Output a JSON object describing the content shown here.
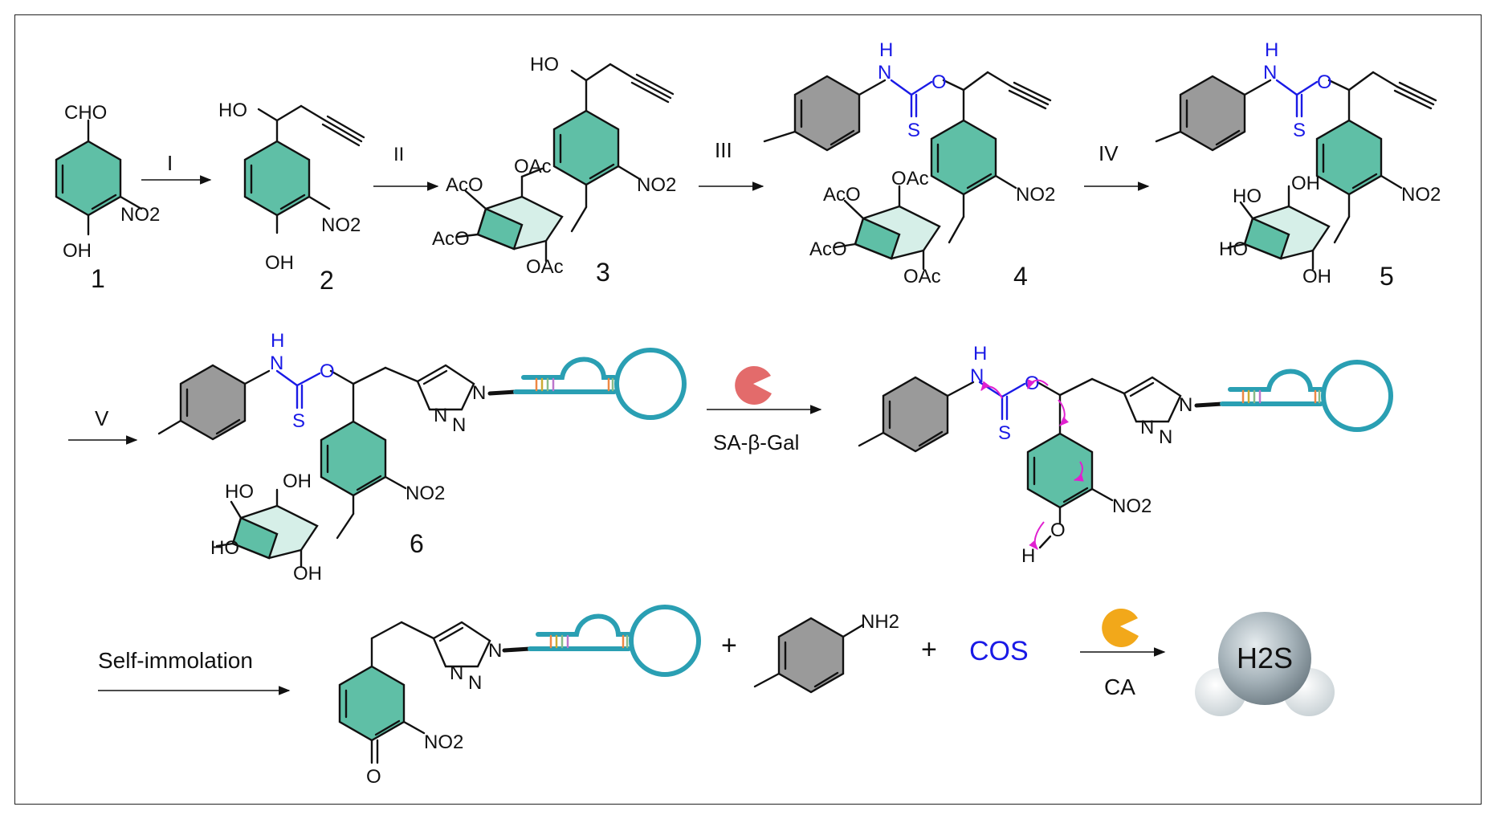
{
  "colors": {
    "ring_fill": "#5fbfa6",
    "ring_fill_light": "#d6efe8",
    "tolyl_fill": "#9a9a9a",
    "carbamate_blue": "#1a1ae6",
    "dna_teal": "#2a9fb3",
    "sa_gal_enzyme": "#e36b6b",
    "ca_enzyme": "#f2a81a",
    "h2s_sphere": "#9aa8b0",
    "mechanism_arrow": "#e020d0"
  },
  "compounds": {
    "c1": {
      "number": "1",
      "cho": "CHO",
      "no2": "NO2",
      "oh": "OH"
    },
    "c2": {
      "number": "2",
      "ho": "HO",
      "no2": "NO2",
      "oh": "OH"
    },
    "c3": {
      "number": "3",
      "ho": "HO",
      "no2": "NO2",
      "oac_1": "OAc",
      "aco_1": "AcO",
      "aco_2": "AcO",
      "oac_2": "OAc"
    },
    "c4": {
      "number": "4",
      "n": "N",
      "h": "H",
      "o": "O",
      "s": "S",
      "no2": "NO2",
      "oac_1": "OAc",
      "aco_1": "AcO",
      "aco_2": "AcO",
      "oac_2": "OAc"
    },
    "c5": {
      "number": "5",
      "n": "N",
      "h": "H",
      "o": "O",
      "s": "S",
      "no2": "NO2",
      "oh_1": "OH",
      "ho_1": "HO",
      "ho_2": "HO",
      "oh_2": "OH"
    },
    "c6": {
      "number": "6",
      "n": "N",
      "h": "H",
      "o": "O",
      "s": "S",
      "no2": "NO2",
      "oh_1": "OH",
      "ho_1": "HO",
      "ho_2": "HO",
      "oh_2": "OH",
      "triazole_n1": "N",
      "triazole_n2": "N",
      "triazole_n3": "N"
    },
    "intermediate": {
      "n": "N",
      "h": "H",
      "o": "O",
      "s": "S",
      "no2": "NO2",
      "phenol_o": "O",
      "phenol_h": "H",
      "triazole_n1": "N",
      "triazole_n2": "N",
      "triazole_n3": "N"
    },
    "product": {
      "no2": "NO2",
      "o": "O",
      "triazole_n1": "N",
      "triazole_n2": "N",
      "triazole_n3": "N"
    },
    "toluidine": {
      "nh2": "NH2"
    }
  },
  "steps": {
    "s1": "I",
    "s2": "II",
    "s3": "III",
    "s4": "IV",
    "s5": "V",
    "enzyme": "SA-β-Gal",
    "self_immolation": "Self-immolation",
    "ca": "CA"
  },
  "plus_1": "+",
  "plus_2": "+",
  "cos": "COS",
  "h2s": "H2S"
}
